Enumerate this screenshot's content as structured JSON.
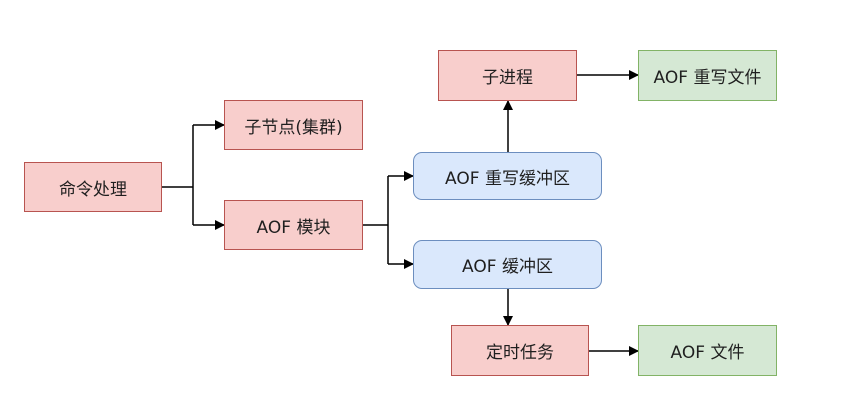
{
  "nodes": {
    "command_processing": "命令处理",
    "child_nodes": "子节点(集群)",
    "aof_module": "AOF 模块",
    "aof_rewrite_buffer": "AOF 重写缓冲区",
    "aof_buffer": "AOF 缓冲区",
    "child_process": "子进程",
    "aof_rewrite_file": "AOF 重写文件",
    "scheduled_task": "定时任务",
    "aof_file": "AOF 文件"
  },
  "colors": {
    "red_fill": "#f8cecc",
    "red_stroke": "#b85450",
    "green_fill": "#d5e8d4",
    "green_stroke": "#82b366",
    "blue_fill": "#dae8fc",
    "blue_stroke": "#6c8ebf",
    "edge": "#000000"
  }
}
